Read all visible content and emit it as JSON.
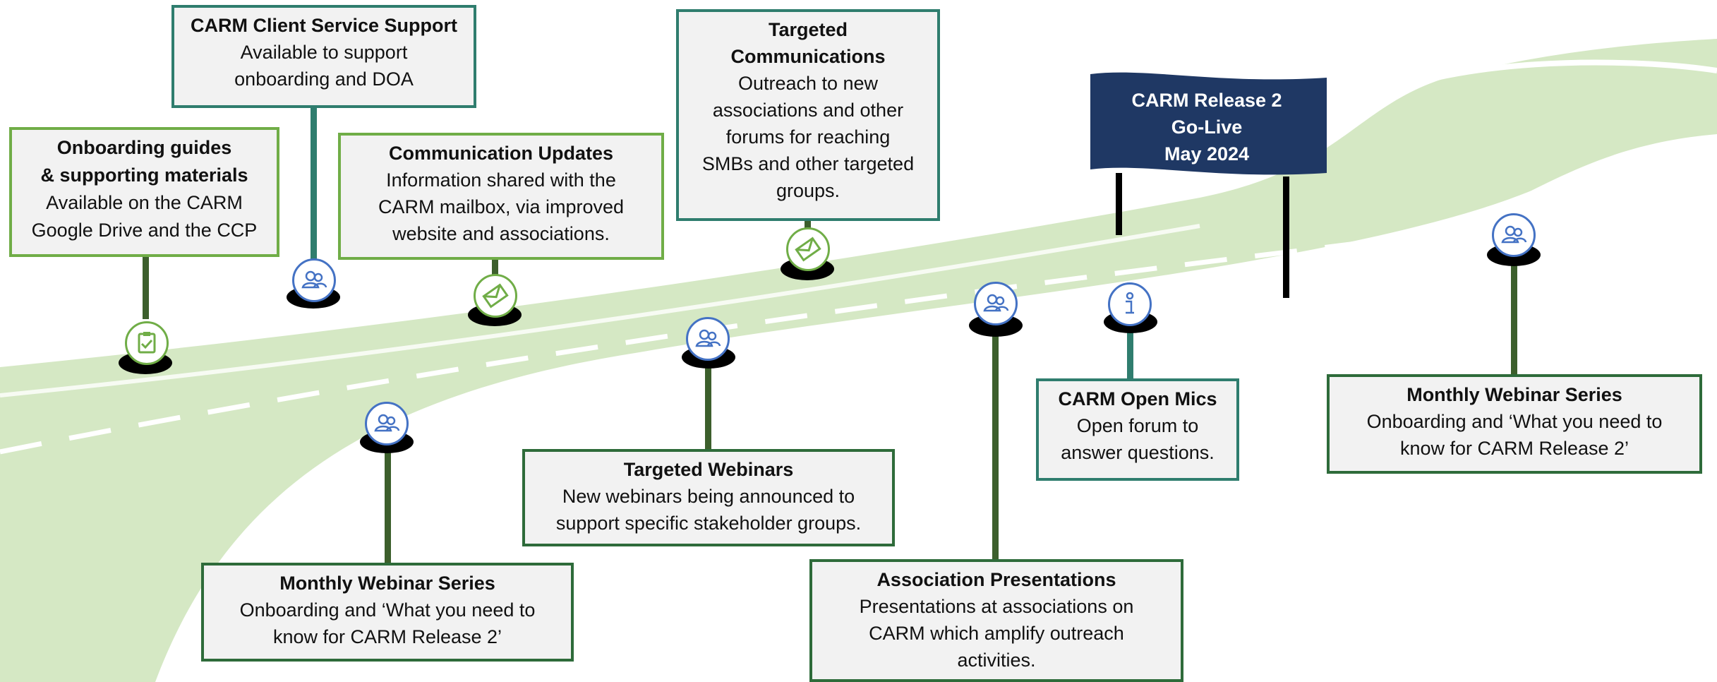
{
  "sign": {
    "line1": "CARM  Release 2",
    "line2": "Go-Live",
    "line3": "May 2024",
    "color": "#1f3864"
  },
  "boxes": {
    "client_support": {
      "title": "CARM Client Service Support",
      "desc1": "Available to support",
      "desc2": "onboarding and DOA"
    },
    "onboarding_guides": {
      "title1": "Onboarding guides",
      "title2": "& supporting materials",
      "desc1": "Available on the CARM",
      "desc2": "Google Drive and the CCP"
    },
    "communication_updates": {
      "title": "Communication  Updates",
      "desc1": "Information shared with the",
      "desc2": "CARM mailbox, via improved",
      "desc3": "website and associations."
    },
    "targeted_communications": {
      "title1": "Targeted",
      "title2": "Communications",
      "desc1": "Outreach to new",
      "desc2": "associations and other",
      "desc3": "forums for reaching",
      "desc4": "SMBs and other targeted",
      "desc5": "groups."
    },
    "webinar_left": {
      "title": "Monthly Webinar Series",
      "desc1": "Onboarding and  ‘What you need to",
      "desc2": "know for CARM Release 2’"
    },
    "targeted_webinars": {
      "title": "Targeted Webinars",
      "desc1": "New webinars being announced to",
      "desc2": "support specific stakeholder groups."
    },
    "association_presentations": {
      "title": "Association Presentations",
      "desc1": "Presentations at associations on",
      "desc2": "CARM which amplify outreach",
      "desc3": "activities."
    },
    "open_mics": {
      "title": "CARM Open Mics",
      "desc1": "Open forum to",
      "desc2": "answer questions."
    },
    "webinar_right": {
      "title": "Monthly Webinar Series",
      "desc1": "Onboarding and  ‘What you need to",
      "desc2": "know for CARM Release 2’"
    }
  },
  "icons": [
    "clipboard-icon",
    "people-icon",
    "envelope-icon",
    "info-icon"
  ],
  "colors": {
    "road": "#d5e8c4",
    "dark_green": "#2e6b3a",
    "light_green": "#70ad47",
    "teal": "#2f7d6e",
    "icon_blue": "#4472c4"
  }
}
